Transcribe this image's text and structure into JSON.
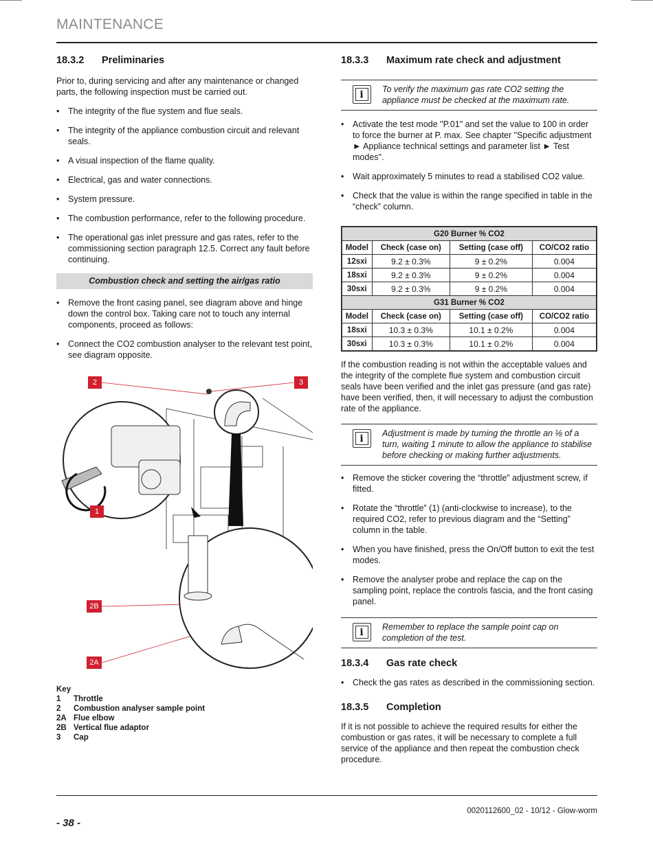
{
  "header": {
    "section": "MAINTENANCE"
  },
  "left": {
    "prelim": {
      "num": "18.3.2",
      "title": "Preliminaries",
      "intro": "Prior to, during servicing and after any maintenance or changed parts, the following inspection must be carried out.",
      "items": [
        "The integrity of the flue system and flue seals.",
        "The integrity of the appliance combustion circuit and relevant seals.",
        "A visual inspection of the flame quality.",
        "Electrical, gas and water connections.",
        "System pressure.",
        "The combustion performance, refer to the following procedure.",
        "The operational gas inlet pressure and gas rates, refer to the commissioning section paragraph 12.5. Correct any fault before continuing."
      ]
    },
    "band": "Combustion check and setting the air/gas ratio",
    "items2": [
      "Remove the front casing panel, see diagram above and hinge down the control box. Taking care not to touch any internal components, proceed as follows:",
      "Connect the CO2 combustion analyser to the relevant test point, see diagram opposite."
    ],
    "diagram_tags": {
      "t2": "2",
      "t3": "3",
      "t1": "1",
      "t2b": "2B",
      "t2a": "2A"
    },
    "key": {
      "title": "Key",
      "rows": [
        {
          "k": "1",
          "v": "Throttle"
        },
        {
          "k": "2",
          "v": "Combustion analyser sample point"
        },
        {
          "k": "2A",
          "v": "Flue elbow"
        },
        {
          "k": "2B",
          "v": "Vertical flue adaptor"
        },
        {
          "k": "3",
          "v": "Cap"
        }
      ]
    }
  },
  "right": {
    "max": {
      "num": "18.3.3",
      "title": "Maximum rate check and adjustment",
      "note1": "To verify the maximum gas rate CO2 setting the appliance must be checked at the maximum rate.",
      "items": [
        "Activate the test mode \"P.01\" and set the value to 100 in order to force the burner at P. max. See chapter \"Specific adjustment ► Appliance technical settings and parameter list ► Test modes\".",
        "Wait approximately 5 minutes to read a stabilised CO2 value.",
        "Check that the value is within the range specified in table in the “check” column."
      ]
    },
    "table": {
      "g20_caption": "G20 Burner % CO2",
      "g31_caption": "G31 Burner % CO2",
      "headers": [
        "Model",
        "Check (case on)",
        "Setting (case off)",
        "CO/CO2 ratio"
      ],
      "g20_rows": [
        [
          "12sxi",
          "9.2 ± 0.3%",
          "9 ± 0.2%",
          "0.004"
        ],
        [
          "18sxi",
          "9.2 ± 0.3%",
          "9 ± 0.2%",
          "0.004"
        ],
        [
          "30sxi",
          "9.2 ± 0.3%",
          "9 ± 0.2%",
          "0.004"
        ]
      ],
      "g31_rows": [
        [
          "18sxi",
          "10.3 ± 0.3%",
          "10.1 ± 0.2%",
          "0.004"
        ],
        [
          "30sxi",
          "10.3 ± 0.3%",
          "10.1 ± 0.2%",
          "0.004"
        ]
      ]
    },
    "para1": "If the combustion reading is not within the acceptable values and the integrity of the complete flue system and combustion circuit seals have been verified and the inlet gas pressure (and gas rate) have been verified, then, it will necessary to adjust the combustion rate of the appliance.",
    "note2": "Adjustment is made by turning the throttle an ⅛ of a turn, waiting 1 minute to allow the appliance to stabilise before checking or making further adjustments.",
    "items2": [
      "Remove the sticker covering the “throttle” adjustment screw, if fitted.",
      "Rotate the “throttle” (1) (anti-clockwise to increase), to the required CO2, refer to previous diagram and the “Setting” column in the table.",
      "When you have finished, press the On/Off button to exit the test modes.",
      "Remove the analyser probe and replace the cap on the sampling point, replace the controls fascia, and the front casing panel."
    ],
    "note3": "Remember to replace the sample point cap on completion of the test.",
    "gas": {
      "num": "18.3.4",
      "title": "Gas rate check",
      "items": [
        "Check the gas rates as described in the commissioning section."
      ]
    },
    "completion": {
      "num": "18.3.5",
      "title": "Completion",
      "text": "If it is not possible to achieve the required results for either the combustion or gas rates, it will be necessary to complete a full service of the appliance and then repeat the combustion check procedure."
    }
  },
  "footer": {
    "ref": "0020112600_02 - 10/12 - Glow-worm",
    "page": "- 38 -"
  },
  "colors": {
    "accent_red": "#d0202e",
    "band_grey": "#d9d9d9",
    "header_grey": "#8c8c8c"
  }
}
